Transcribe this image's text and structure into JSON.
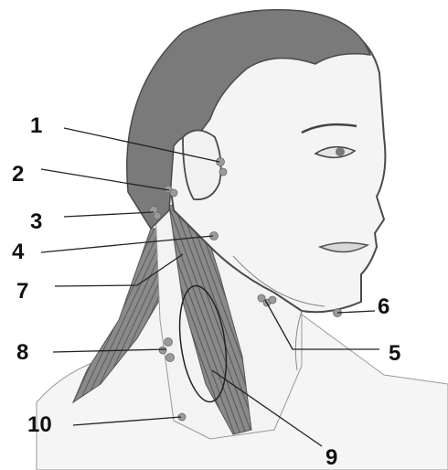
{
  "labels": {
    "l1": "1",
    "l2": "2",
    "l3": "3",
    "l4": "4",
    "l5": "5",
    "l6": "6",
    "l7": "7",
    "l8": "8",
    "l9": "9",
    "l10": "10"
  },
  "colors": {
    "hair": "#7a7a7a",
    "skin": "#f4f4f4",
    "outline": "#4a4a4a",
    "muscle": "#6e6e6e",
    "node": "#9a9a9a",
    "leader": "#222222"
  }
}
